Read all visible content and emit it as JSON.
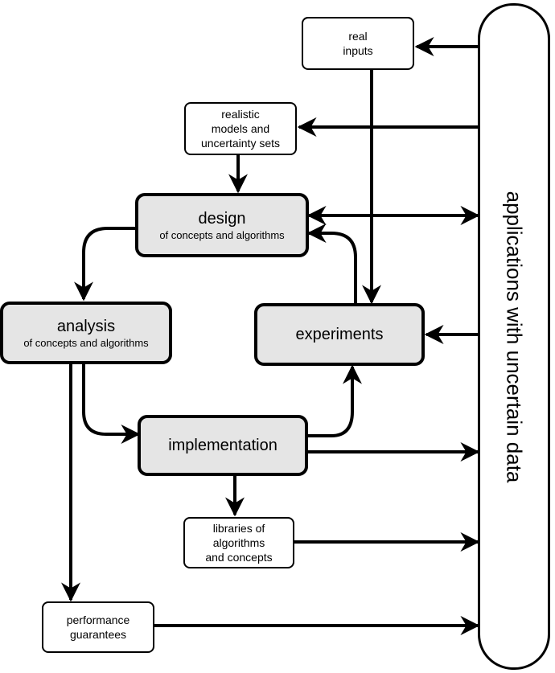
{
  "nodes": {
    "real_inputs": [
      "real",
      "inputs"
    ],
    "realistic_models": [
      "realistic",
      "models and",
      "uncertainty sets"
    ],
    "design": {
      "title": "design",
      "subtitle": "of concepts and algorithms"
    },
    "analysis": {
      "title": "analysis",
      "subtitle": "of concepts and algorithms"
    },
    "experiments": "experiments",
    "implementation": "implementation",
    "libraries": [
      "libraries of",
      "algorithms",
      "and concepts"
    ],
    "performance": [
      "performance",
      "guarantees"
    ],
    "applications": "applications with uncertain data"
  },
  "colors": {
    "main_fill": "#e5e5e5",
    "stroke": "#000000",
    "plain_fill": "#ffffff"
  }
}
